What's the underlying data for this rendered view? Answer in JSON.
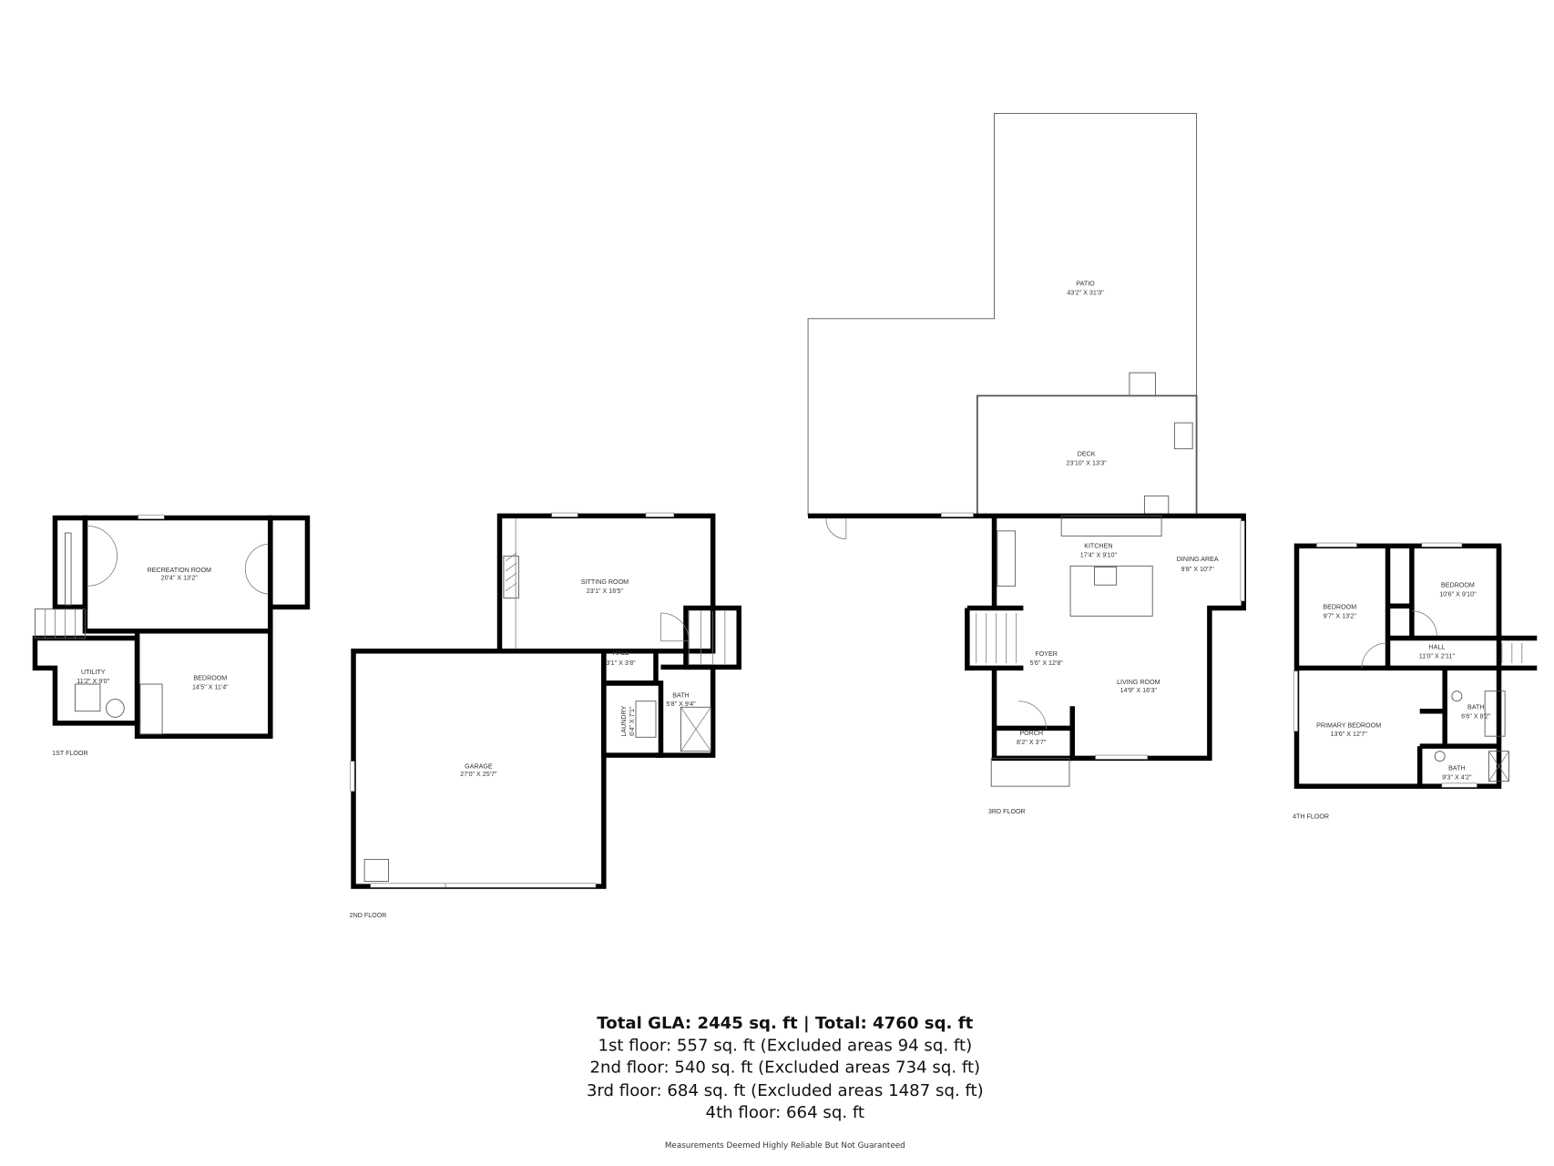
{
  "floors": [
    {
      "label": "1ST FLOOR",
      "rooms": [
        {
          "name": "RECREATION ROOM",
          "size": "20'4\" X 13'2\""
        },
        {
          "name": "UTILITY",
          "size": "11'2\" X 9'0\""
        },
        {
          "name": "BEDROOM",
          "size": "14'5\" X 11'4\""
        }
      ]
    },
    {
      "label": "2ND FLOOR",
      "rooms": [
        {
          "name": "SITTING ROOM",
          "size": "23'1\" X 16'5\""
        },
        {
          "name": "HALL",
          "size": "3'1\" X 3'8\""
        },
        {
          "name": "LAUNDRY",
          "size": "6'4\" X 7'1\""
        },
        {
          "name": "BATH",
          "size": "5'8\" X 9'4\""
        },
        {
          "name": "GARAGE",
          "size": "27'0\" X 25'7\""
        }
      ]
    },
    {
      "label": "3RD FLOOR",
      "rooms": [
        {
          "name": "PATIO",
          "size": "43'2\" X 31'3\""
        },
        {
          "name": "DECK",
          "size": "23'10\" X 13'3\""
        },
        {
          "name": "KITCHEN",
          "size": "17'4\" X 9'10\""
        },
        {
          "name": "DINING AREA",
          "size": "9'8\" X 10'7\""
        },
        {
          "name": "FOYER",
          "size": "5'6\" X 12'8\""
        },
        {
          "name": "LIVING ROOM",
          "size": "14'9\" X 16'3\""
        },
        {
          "name": "PORCH",
          "size": "8'2\" X 3'7\""
        }
      ]
    },
    {
      "label": "4TH FLOOR",
      "rooms": [
        {
          "name": "BEDROOM",
          "size": "9'7\" X 13'2\""
        },
        {
          "name": "BEDROOM",
          "size": "10'6\" X 9'10\""
        },
        {
          "name": "HALL",
          "size": "11'0\" X 2'11\""
        },
        {
          "name": "PRIMARY BEDROOM",
          "size": "13'6\" X 12'7\""
        },
        {
          "name": "BATH",
          "size": "6'6\" X 8'2\""
        },
        {
          "name": "BATH",
          "size": "9'3\" X 4'2\""
        }
      ]
    }
  ],
  "summary": {
    "total": "Total GLA: 2445 sq. ft | Total: 4760 sq. ft",
    "lines": [
      "1st floor: 557 sq. ft (Excluded areas 94 sq. ft)",
      "2nd floor: 540 sq. ft (Excluded areas 734 sq. ft)",
      "3rd floor: 684 sq. ft (Excluded areas 1487 sq. ft)",
      "4th floor: 664 sq. ft"
    ],
    "disclaimer": "Measurements Deemed Highly Reliable But Not Guaranteed"
  }
}
